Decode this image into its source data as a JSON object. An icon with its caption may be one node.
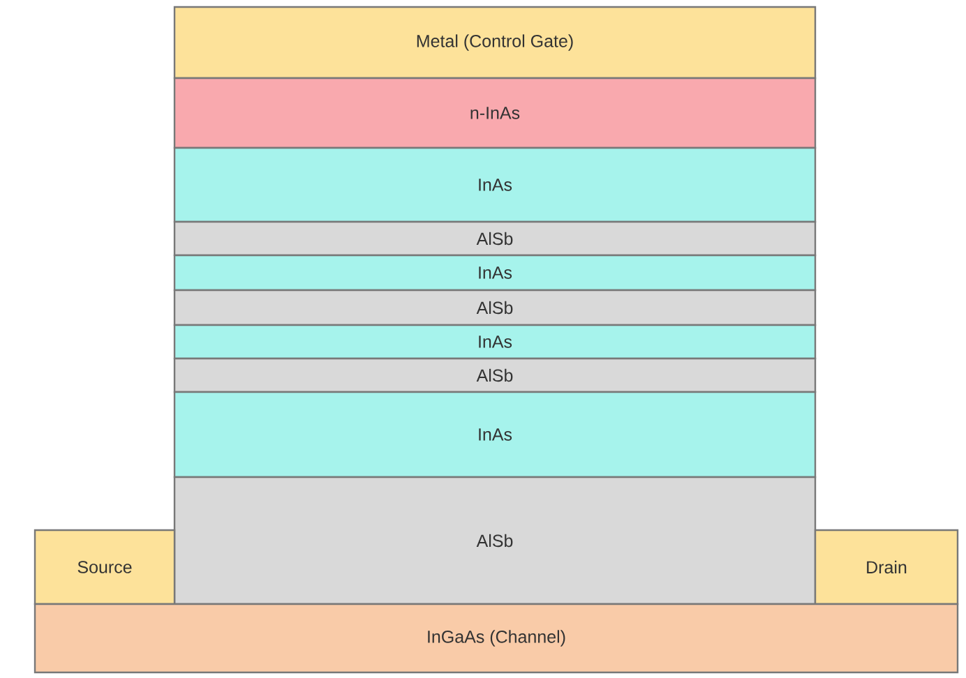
{
  "diagram": {
    "nodes": [
      {
        "text": [
          "Metal (Control Gate)"
        ]
      },
      {
        "text": [
          "n-InAs"
        ]
      },
      {
        "text": [
          "InAs"
        ]
      },
      {
        "text": [
          "AlSb"
        ]
      },
      {
        "text": [
          "InAs"
        ]
      },
      {
        "text": [
          "AlSb"
        ]
      },
      {
        "text": [
          "InAs"
        ]
      },
      {
        "text": [
          "AlSb"
        ]
      },
      {
        "text": [
          "InAs"
        ]
      },
      {
        "text": [
          "AlSb"
        ]
      },
      {
        "text": [
          "Source"
        ]
      },
      {
        "text": [
          "Drain"
        ]
      },
      {
        "text": [
          "InGaAs (Channel)"
        ]
      }
    ]
  }
}
